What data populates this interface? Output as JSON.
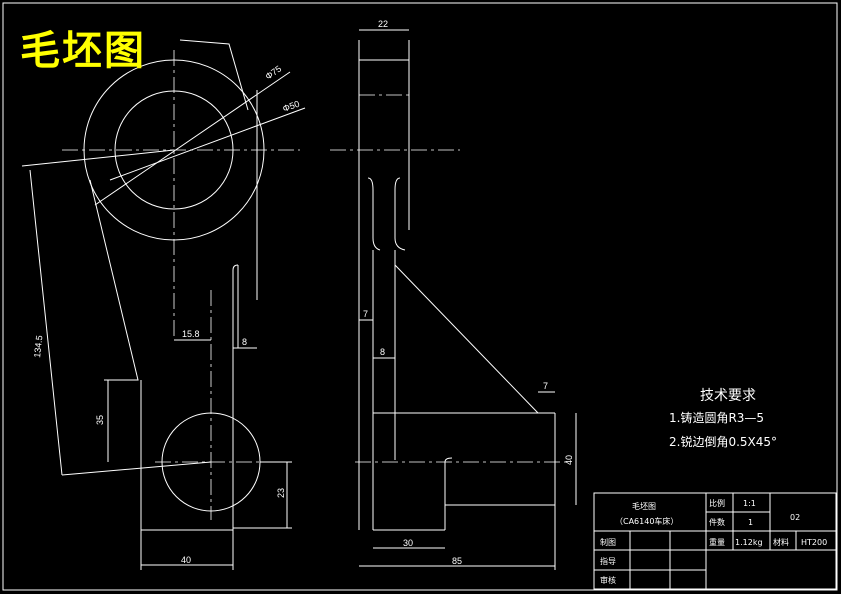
{
  "drawing": {
    "title": "毛坯图",
    "dimensions": {
      "top_width": "22",
      "dia_outer": "Φ75",
      "dia_inner": "Φ50",
      "length_slant": "134.5",
      "height_35": "35",
      "offset_15_8": "15.8",
      "width_8_front": "8",
      "width_7_left": "7",
      "width_8_side": "8",
      "width_7_right": "7",
      "height_40": "40",
      "height_23": "23",
      "base_40": "40",
      "base_30": "30",
      "base_85": "85"
    },
    "tech_requirements": {
      "heading": "技术要求",
      "item1": "1.铸造圆角R3—5",
      "item2": "2.锐边倒角0.5X45°"
    },
    "title_block": {
      "name": "毛坯图",
      "subtitle": "（CA6140车床）",
      "scale_label": "比例",
      "scale_value": "1:1",
      "qty_label": "件数",
      "qty_value": "1",
      "drawing_no": "02",
      "drawn_label": "制图",
      "guide_label": "指导",
      "review_label": "审核",
      "weight_label": "重量",
      "weight_value": "1.12kg",
      "material_label": "材料",
      "material_value": "HT200"
    }
  }
}
